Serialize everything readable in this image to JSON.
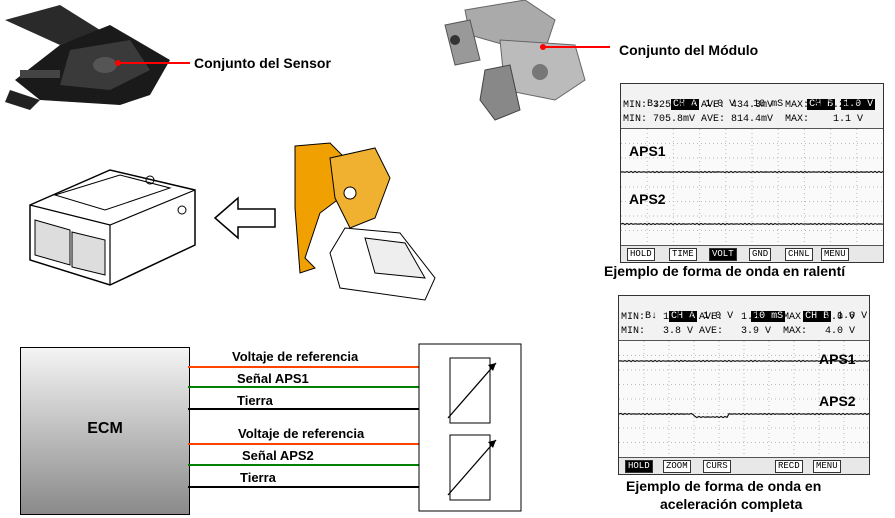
{
  "callouts": {
    "sensor_assembly": "Conjunto del Sensor",
    "module_assembly": "Conjunto del Módulo"
  },
  "circuit": {
    "ecm_label": "ECM",
    "wires": [
      {
        "label": "Voltaje de referencia",
        "color": "#ff4400"
      },
      {
        "label": "Señal APS1",
        "color": "#008000"
      },
      {
        "label": "Tierra",
        "color": "#000000"
      },
      {
        "label": "Voltaje de referencia",
        "color": "#ff4400"
      },
      {
        "label": "Señal APS2",
        "color": "#008000"
      },
      {
        "label": "Tierra",
        "color": "#000000"
      }
    ]
  },
  "scope_idle": {
    "header": {
      "b": "B↓",
      "cha": "CH A",
      "cha_val": "1.0 V",
      "time": "10 mS",
      "chb": "CH B",
      "chb_val": "1.0 V"
    },
    "row1": "MIN: 325.7mV AVE: 434.3mV  MAX: 597.2mV",
    "row2": "MIN: 705.8mV AVE: 814.4mV  MAX:    1.1 V",
    "trace1": "APS1",
    "trace2": "APS2",
    "buttons": [
      "HOLD",
      "TIME",
      "VOLT",
      "GND",
      "CHNL",
      "MENU"
    ],
    "active_button": "VOLT",
    "caption": "Ejemplo de forma de onda en ralentí"
  },
  "scope_accel": {
    "header": {
      "b": "B↓",
      "cha": "CH A",
      "cha_val": "1.0 V",
      "time": "10 mS",
      "chb": "CH B",
      "chb_val": "1.0 V"
    },
    "row1": "MIN:   1.1 V AVE:   1.8 V  MAX:   2.0 V",
    "row2": "MIN:   3.8 V AVE:   3.9 V  MAX:   4.0 V",
    "trace1": "APS1",
    "trace2": "APS2",
    "buttons": [
      "HOLD",
      "ZOOM",
      "CURS",
      "RECD",
      "MENU"
    ],
    "active_button": "HOLD",
    "caption_line1": "Ejemplo de forma de onda en",
    "caption_line2": "aceleración completa"
  }
}
